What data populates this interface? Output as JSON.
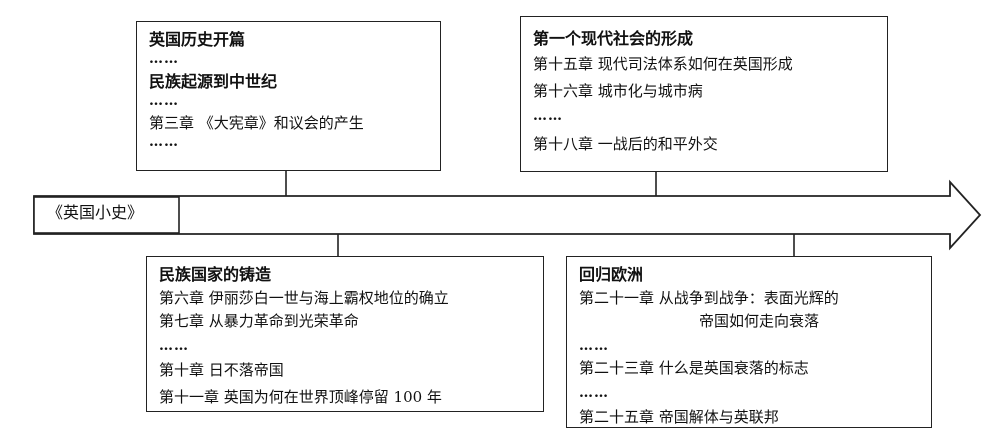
{
  "book_title": "《英国小史》",
  "boxes": {
    "top_left": {
      "title": "英国历史开篇",
      "dots1": "……",
      "subtitle": "民族起源到中世纪",
      "dots2": "……",
      "chapter3": "第三章  《大宪章》和议会的产生",
      "dots3": "……"
    },
    "top_right": {
      "title": "第一个现代社会的形成",
      "chapter15": "第十五章  现代司法体系如何在英国形成",
      "chapter16": "第十六章  城市化与城市病",
      "dots": "……",
      "chapter18": "第十八章  一战后的和平外交"
    },
    "bottom_left": {
      "title": "民族国家的铸造",
      "chapter6": "第六章  伊丽莎白一世与海上霸权地位的确立",
      "chapter7": "第七章  从暴力革命到光荣革命",
      "dots": "……",
      "chapter10": "第十章  日不落帝国",
      "chapter11": "第十一章  英国为何在世界顶峰停留 100 年"
    },
    "bottom_right": {
      "title": "回归欧洲",
      "chapter21_a": "第二十一章  从战争到战争：表面光辉的",
      "chapter21_b": "帝国如何走向衰落",
      "dots1": "……",
      "chapter23": "第二十三章  什么是英国衰落的标志",
      "dots2": "……",
      "chapter25": "第二十五章  帝国解体与英联邦"
    }
  }
}
